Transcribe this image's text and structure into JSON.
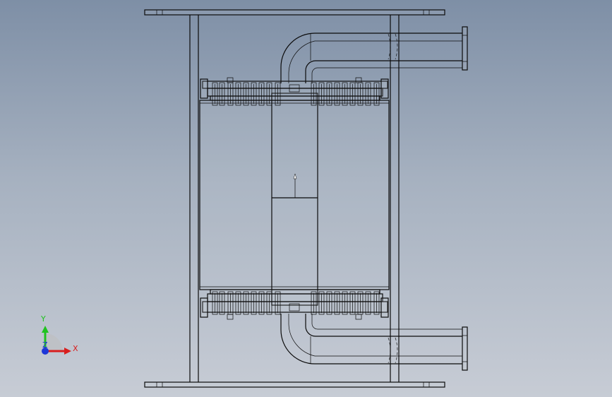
{
  "view": {
    "background_top": "#7e8fa6",
    "background_bottom": "#c7ccd5",
    "line_color": "#0b0b0b"
  },
  "triad": {
    "y_label": "Y",
    "x_label": "X",
    "z_label": "Z",
    "y_color": "#1fc21f",
    "x_color": "#d81e1e",
    "z_color": "#1e37d8"
  }
}
